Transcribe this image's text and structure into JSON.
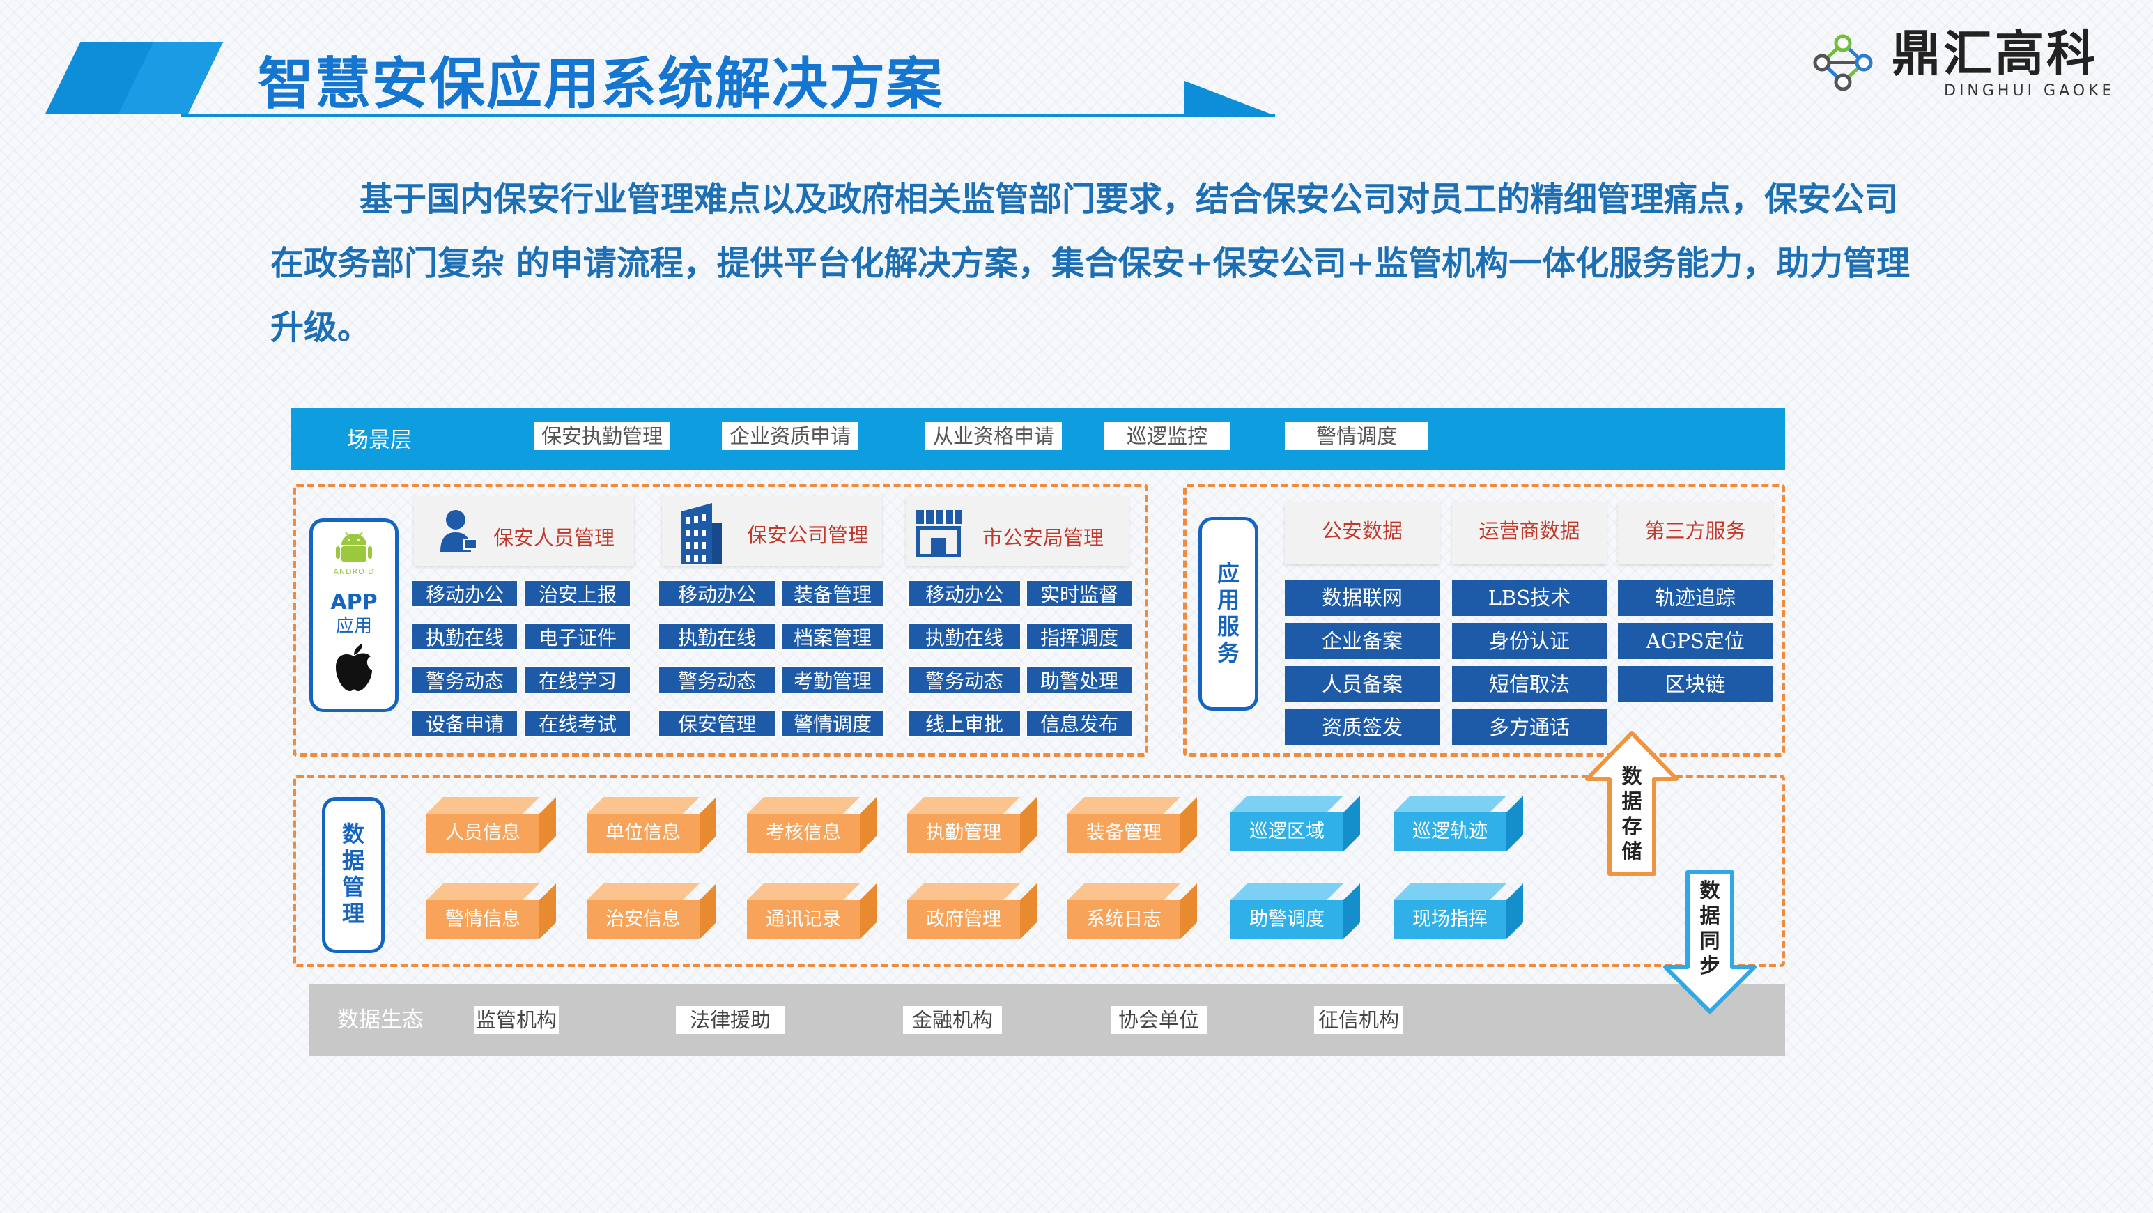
{
  "header": {
    "title": "智慧安保应用系统解决方案"
  },
  "logo": {
    "name": "鼎汇高科",
    "subtitle": "DINGHUI GAOKE"
  },
  "intro": {
    "text": "基于国内保安行业管理难点以及政府相关监管部门要求，结合保安公司对员工的精细管理痛点，保安公司在政务部门复杂 的申请流程，提供平台化解决方案，集合保安+保安公司+监管机构一体化服务能力，助力管理升级。"
  },
  "scene": {
    "label": "场景层",
    "tags": [
      "保安执勤管理",
      "企业资质申请",
      "从业资格申请",
      "巡逻监控",
      "警情调度"
    ]
  },
  "app": {
    "android_word": "ANDROID",
    "app_label": "APP",
    "app_sub": "应用"
  },
  "modules": [
    {
      "title": "保安人员管理",
      "icon": "person-icon",
      "items": [
        "移动办公",
        "治安上报",
        "执勤在线",
        "电子证件",
        "警务动态",
        "在线学习",
        "设备申请",
        "在线考试"
      ]
    },
    {
      "title": "保安公司管理",
      "icon": "building-icon",
      "items": [
        "移动办公",
        "装备管理",
        "执勤在线",
        "档案管理",
        "警务动态",
        "考勤管理",
        "保安管理",
        "警情调度"
      ]
    },
    {
      "title": "市公安局管理",
      "icon": "store-icon",
      "items": [
        "移动办公",
        "实时监督",
        "执勤在线",
        "指挥调度",
        "警务动态",
        "助警处理",
        "线上审批",
        "信息发布"
      ]
    }
  ],
  "services": {
    "label": "应用服务",
    "columns": [
      {
        "title": "公安数据",
        "items": [
          "数据联网",
          "企业备案",
          "人员备案",
          "资质签发"
        ]
      },
      {
        "title": "运营商数据",
        "items": [
          "LBS技术",
          "身份认证",
          "短信取法",
          "多方通话"
        ]
      },
      {
        "title": "第三方服务",
        "items": [
          "轨迹追踪",
          "AGPS定位",
          "区块链"
        ]
      }
    ]
  },
  "data_mgmt": {
    "label": "数据管理",
    "row1": [
      "人员信息",
      "单位信息",
      "考核信息",
      "执勤管理",
      "装备管理"
    ],
    "row1_blue": [
      "巡逻区域",
      "巡逻轨迹"
    ],
    "row2": [
      "警情信息",
      "治安信息",
      "通讯记录",
      "政府管理",
      "系统日志"
    ],
    "row2_blue": [
      "助警调度",
      "现场指挥"
    ]
  },
  "arrows": {
    "storage": "数据存储",
    "sync": "数据同步"
  },
  "ecology": {
    "label": "数据生态",
    "tags": [
      "监管机构",
      "法律援助",
      "金融机构",
      "协会单位",
      "征信机构"
    ]
  },
  "colors": {
    "primary_blue": "#0e9ddf",
    "dark_blue": "#1d5aa8",
    "orange": "#f08a3c",
    "title_blue": "#1476d1"
  }
}
